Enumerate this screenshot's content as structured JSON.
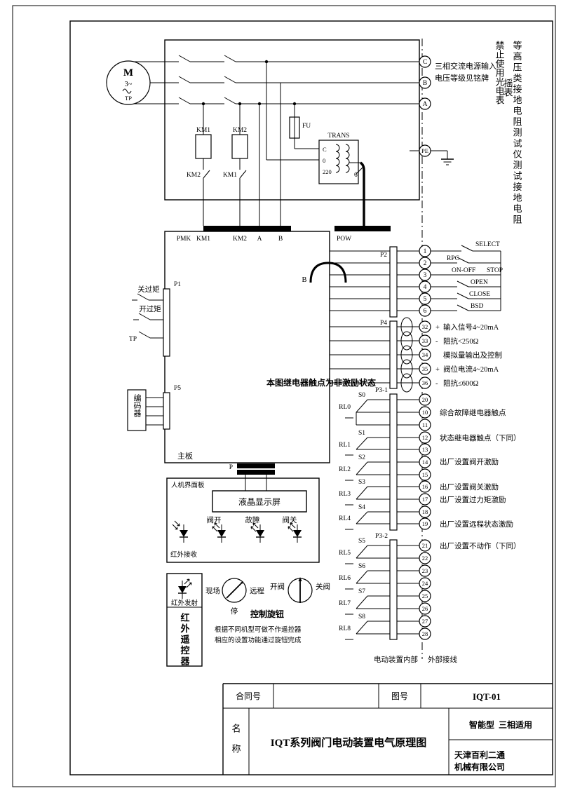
{
  "power_section": {
    "motor": {
      "m": "M",
      "phase": "3~",
      "tp": "TP"
    },
    "terminals": {
      "c": "C",
      "b": "B",
      "a": "A",
      "pe": "PE"
    },
    "contactors": {
      "km1": "KM1",
      "km2": "KM2",
      "km1_interlock": "KM1",
      "km2_interlock": "KM2"
    },
    "fuse": "FU",
    "transformer": {
      "label": "TRANS",
      "tap_c": "C",
      "tap_0": "0",
      "tap_220": "220",
      "secondary": "6"
    },
    "input_note1": "三相交流电源输入",
    "input_note2": "电压等级见铭牌",
    "warning_col1": "禁止使用光电表",
    "warning_col2": "摇表",
    "warning_col3": "等高压类接地电阻测试仪测试接地电阻"
  },
  "bus": {
    "pmk": "PMK",
    "km1": "KM1",
    "km2": "KM2",
    "a": "A",
    "b": "B",
    "pow": "POW"
  },
  "mainboard": {
    "label": "主板",
    "inductor": "B",
    "relay_note": "本图继电器触点为非激励状态",
    "p_label": "P"
  },
  "p1": {
    "label": "P1",
    "close_torque": "关过矩",
    "open_torque": "开过矩",
    "tp": "TP"
  },
  "p5": {
    "label": "P5",
    "encoder": "编码器"
  },
  "p2": {
    "label": "P2",
    "pins": [
      "1",
      "2",
      "3",
      "4",
      "5",
      "6"
    ],
    "rpc": "RPC",
    "select": "SELECT",
    "onoff": "ON-OFF",
    "stop": "STOP",
    "open": "OPEN",
    "close": "CLOSE",
    "bsd": "BSD"
  },
  "p4": {
    "label": "P4",
    "pins": [
      "32",
      "33",
      "34",
      "35",
      "36"
    ],
    "signs": [
      "+",
      "-",
      "",
      "+",
      "-"
    ],
    "labels": [
      "输入信号4~20mA",
      "阻抗<250Ω",
      "模拟量输出及控制",
      "阀位电流4~20mA",
      "阻抗≤600Ω"
    ]
  },
  "p31": {
    "label": "P3-1",
    "pins": [
      "20",
      "10",
      "11",
      "12",
      "13",
      "14",
      "15",
      "16",
      "17",
      "18",
      "19"
    ],
    "relays": [
      "RL0",
      "RL1",
      "RL2",
      "RL3",
      "RL4"
    ],
    "switches": [
      "S0",
      "S1",
      "S2",
      "S3",
      "S4"
    ],
    "notes": [
      "综合故障继电器触点",
      "状态继电器触点（下同）",
      "出厂设置阀开激励",
      "出厂设置阀关激励",
      "出厂设置过力矩激励",
      "出厂设置远程状态激励"
    ]
  },
  "p32": {
    "label": "P3-2",
    "pins": [
      "21",
      "22",
      "23",
      "24",
      "25",
      "26",
      "27",
      "28"
    ],
    "relays": [
      "RL5",
      "RL6",
      "RL7",
      "RL8"
    ],
    "switches": [
      "S5",
      "S6",
      "S7",
      "S8"
    ],
    "note": "出厂设置不动作（下同）"
  },
  "hmi": {
    "label": "人机界面板",
    "lcd": "液晶显示屏",
    "led_open": "阀开",
    "led_fault": "故障",
    "led_close": "阀关",
    "ir_receive": "红外接收"
  },
  "remote": {
    "ir_transmit": "红外发射",
    "name": "红外遥控器",
    "note1": "根据不同机型可做不作遥控器",
    "note2": "相应的设置功能通过旋钮完成"
  },
  "knobs": {
    "local": "现场",
    "remote": "远程",
    "stop": "停",
    "open": "开阀",
    "close": "关阀",
    "label": "控制旋钮"
  },
  "boundary": {
    "internal": "电动装置内部",
    "external": "外部接线"
  },
  "titleblock": {
    "contract_label": "合同号",
    "drawing_no_label": "图号",
    "drawing_no": "IQT-01",
    "name_label": "名称",
    "title": "IQT系列阀门电动装置电气原理图",
    "type_note": "智能型  三相适用",
    "company_line1": "天津百利二通",
    "company_line2": "机械有限公司"
  }
}
